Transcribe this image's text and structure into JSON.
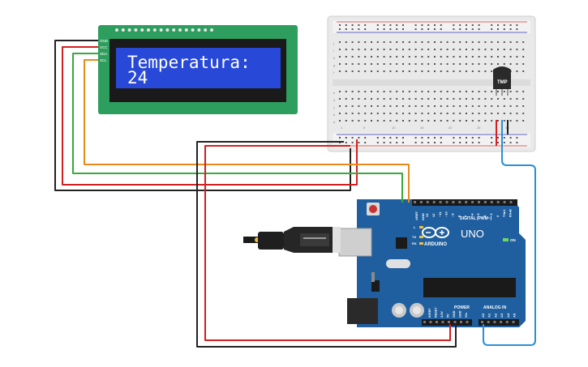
{
  "lcd": {
    "line1": "Temperatura:",
    "line2": "24",
    "pins": [
      "GND",
      "VCC",
      "SDA",
      "SCL"
    ]
  },
  "sensor": {
    "label": "TMP"
  },
  "arduino": {
    "brand": "ARDUINO",
    "model": "UNO",
    "digital_label": "DIGITAL (PWM~)",
    "analog_label": "ANALOG IN",
    "power_label": "POWER",
    "on_label": "ON",
    "aref": "AREF",
    "gnd": "GND",
    "led_l": "L",
    "tx": "TX",
    "rx": "RX",
    "digital_pins": [
      "13",
      "12",
      "~11",
      "~10",
      "~9",
      "8",
      "7",
      "~6",
      "~5",
      "4",
      "~3",
      "2",
      "TX▸1",
      "RX◂0"
    ],
    "power_pins": [
      "IOREF",
      "RESET",
      "3.3V",
      "5V",
      "GND",
      "GND",
      "Vin"
    ],
    "analog_pins": [
      "A0",
      "A1",
      "A2",
      "A3",
      "A4",
      "A5"
    ]
  },
  "breadboard": {
    "row_letters_top": [
      "j",
      "i",
      "h",
      "g",
      "f"
    ],
    "row_letters_bottom": [
      "e",
      "d",
      "c",
      "b",
      "a"
    ],
    "column_numbers": [
      "1",
      "5",
      "10",
      "15",
      "20",
      "25",
      "30"
    ]
  },
  "colors": {
    "wire_black": "#222222",
    "wire_red": "#d22020",
    "wire_green": "#3aa83a",
    "wire_orange": "#e88a1a",
    "wire_blue": "#2a8fd8",
    "arduino_board": "#1f5f9f",
    "lcd_pcb": "#2e9e5e",
    "lcd_screen": "#2848d8"
  }
}
